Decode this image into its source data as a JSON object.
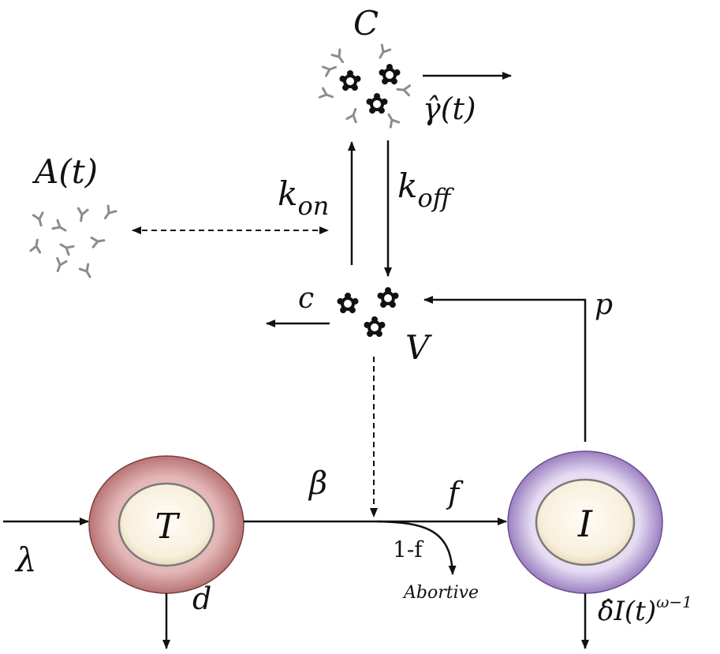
{
  "labels": {
    "complex": "C",
    "gamma": "γ̂(t)",
    "antibody": "A(t)",
    "kon_base": "k",
    "kon_sub": "on",
    "koff_base": "k",
    "koff_sub": "off",
    "virus": "V",
    "clearance": "c",
    "production": "p",
    "target_cell": "T",
    "infected_cell": "I",
    "lambda": "λ",
    "death_t": "d",
    "beta": "β",
    "f": "f",
    "one_minus_f": "1-f",
    "abortive": "Abortive",
    "delta_term": "δ̂I(t)",
    "delta_exp": "ω−1"
  },
  "colors": {
    "line": "#111111",
    "antibody": "#8c8c8c",
    "target_ring": "#c98c8c",
    "infected_ring": "#a88ec9",
    "nucleus": "#fbf4e4"
  },
  "icons": {
    "virus": "virus-particle-icon",
    "antibody": "antibody-y-icon"
  }
}
